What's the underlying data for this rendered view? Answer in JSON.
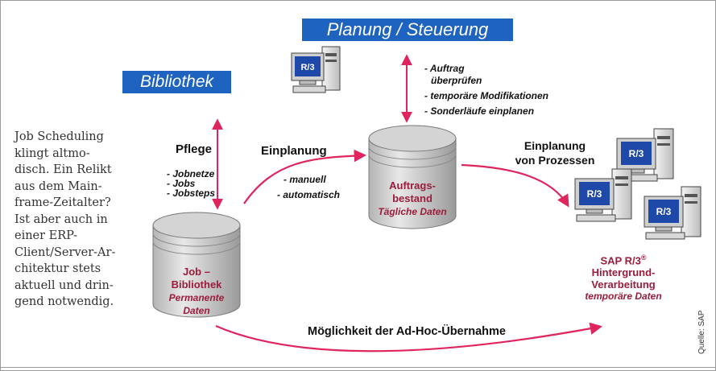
{
  "banners": {
    "planning": "Planung / Steuerung",
    "library": "Bibliothek"
  },
  "side_text": [
    "Job Scheduling",
    "klingt altmo-",
    "disch. Ein Relikt",
    "aus dem Main-",
    "frame-Zeitalter?",
    "Ist aber auch in",
    "einer ERP-",
    "Client/Server-Ar-",
    "chitektur stets",
    "aktuell und drin-",
    "gend notwendig."
  ],
  "pflege": {
    "title": "Pflege",
    "items": [
      "- Jobnetze",
      "- Jobs",
      "- Jobsteps"
    ]
  },
  "einplanung": {
    "title": "Einplanung",
    "items": [
      "- manuell",
      "- automatisch"
    ]
  },
  "planning_items": [
    "- Auftrag",
    "überprüfen",
    "- temporäre Modifikationen",
    "- Sonderläufe einplanen"
  ],
  "process_scheduling": [
    "Einplanung",
    "von Prozessen"
  ],
  "job_library": {
    "title_lines": [
      "Job –",
      "Bibliothek"
    ],
    "sub_lines": [
      "Permanente",
      "Daten"
    ]
  },
  "order_stock": {
    "title_lines": [
      "Auftrags-",
      "bestand"
    ],
    "sub": "Tägliche Daten"
  },
  "sap": {
    "title": "SAP R/3",
    "reg": "®",
    "lines": [
      "Hintergrund-",
      "Verarbeitung"
    ],
    "sub": "temporäre Daten"
  },
  "adhoc": "Möglichkeit der Ad-Hoc-Übernahme",
  "computer_label": "R/3",
  "source": "Quelle: SAP",
  "colors": {
    "banner": "#1f63c0",
    "arrow": "#e0245e",
    "label_red": "#9b1c3c",
    "monitor_screen": "#1f49a8"
  }
}
